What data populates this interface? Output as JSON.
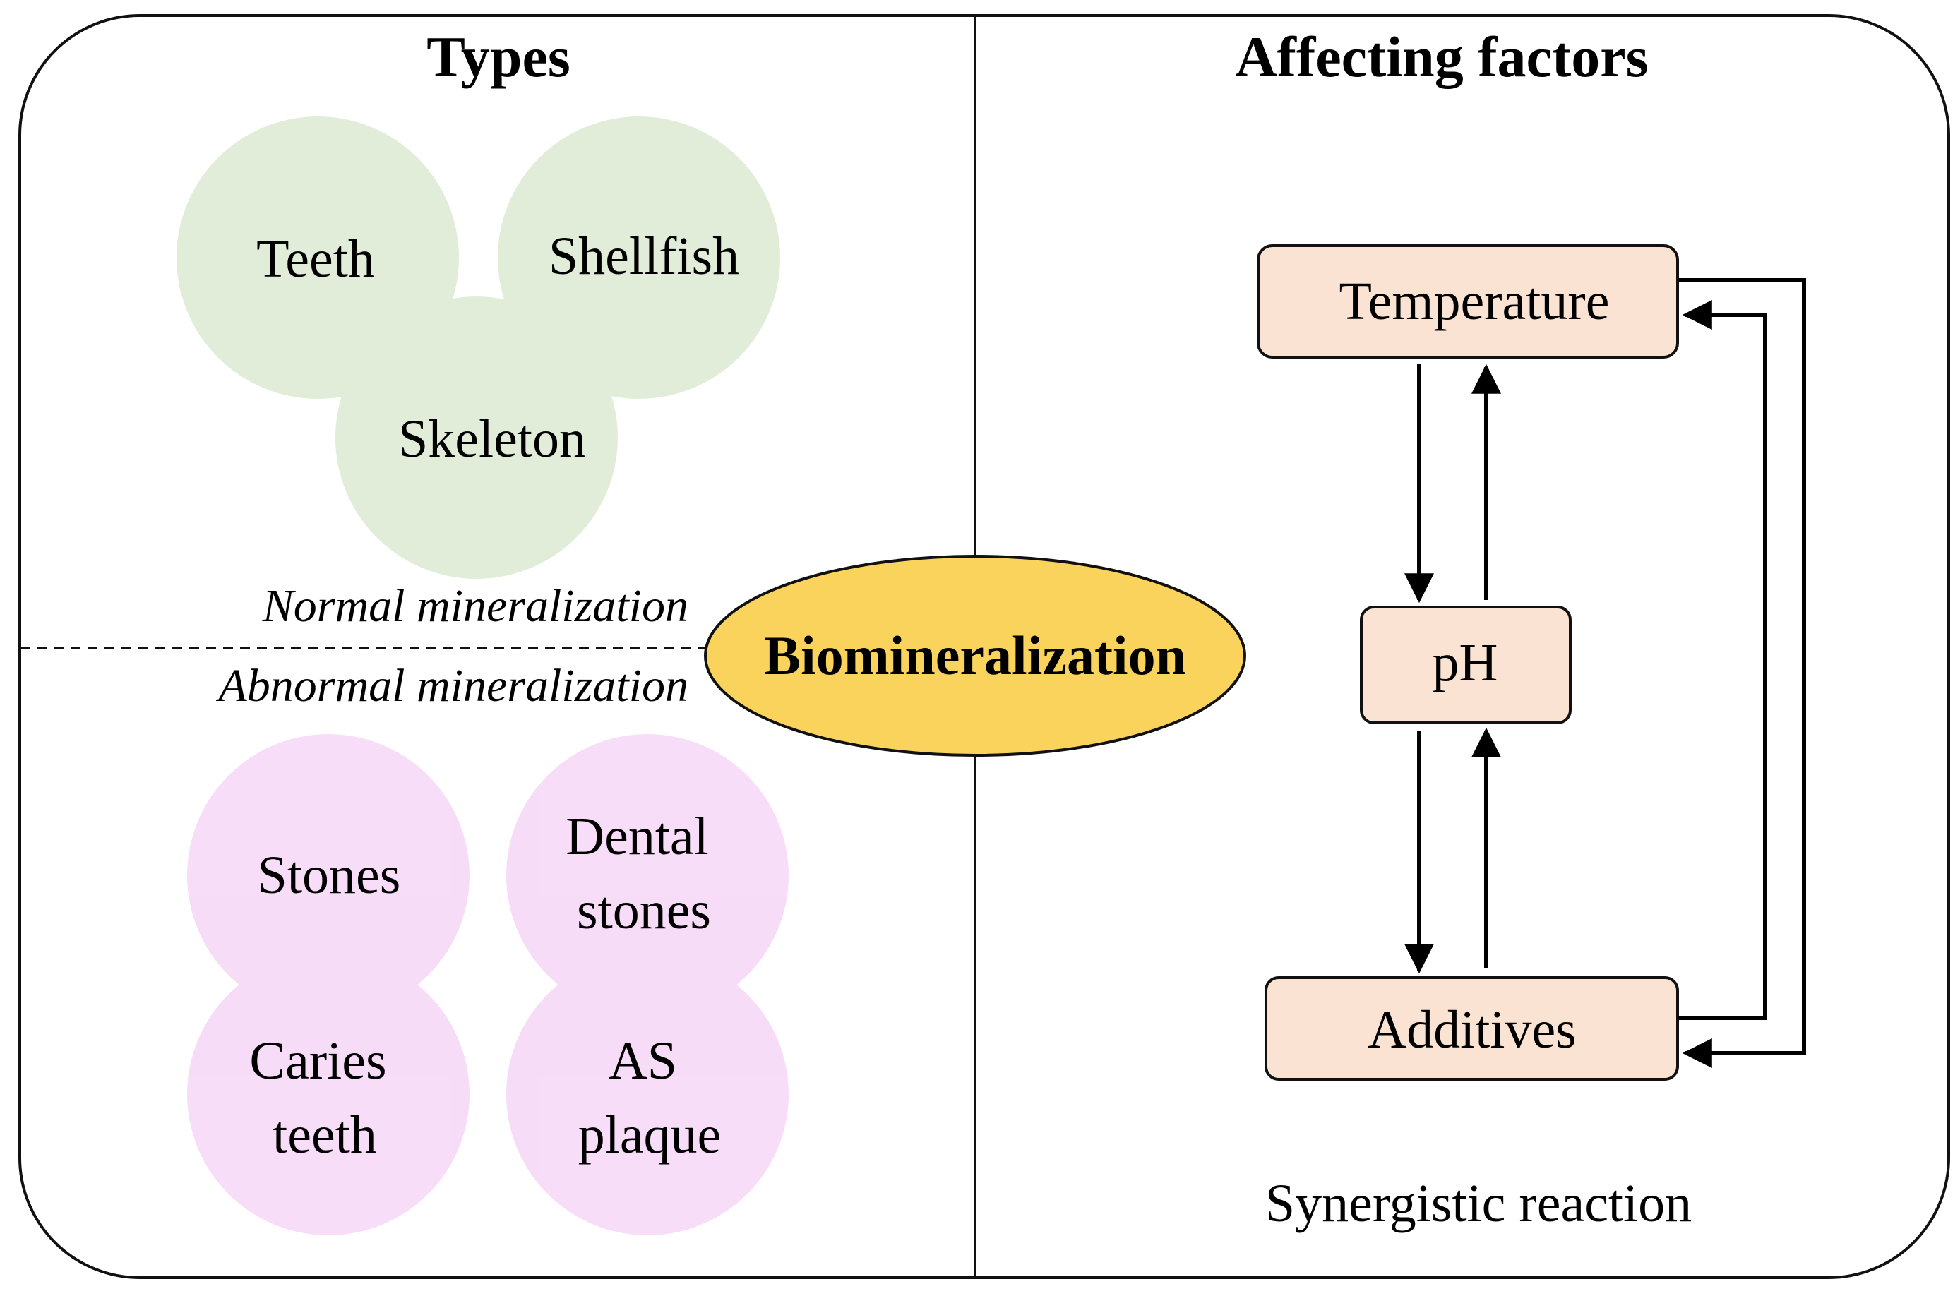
{
  "left_panel": {
    "title": "Types",
    "normal": {
      "label": "Normal mineralization",
      "items": [
        "Teeth",
        "Shellfish",
        "Skeleton"
      ],
      "color": "#e2edd9"
    },
    "abnormal": {
      "label": "Abnormal mineralization",
      "items": [
        {
          "line1": "Stones",
          "line2": ""
        },
        {
          "line1": "Dental",
          "line2": "stones"
        },
        {
          "line1": "Caries",
          "line2": "teeth"
        },
        {
          "line1": "AS",
          "line2": "plaque"
        }
      ],
      "color": "#f6d3f6"
    }
  },
  "center": {
    "label": "Biomineralization",
    "color": "#fad35c"
  },
  "right_panel": {
    "title": "Affecting factors",
    "factors": [
      "Temperature",
      "pH",
      "Additives"
    ],
    "box_color": "#fbe3d3",
    "caption": "Synergistic reaction"
  }
}
